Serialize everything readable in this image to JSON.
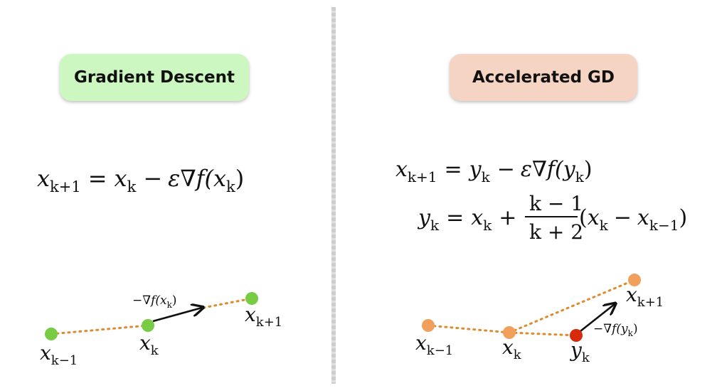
{
  "left": {
    "title": "Gradient Descent",
    "title_bg": "#ccf7c0",
    "equation": {
      "lhs": "x",
      "lhs_sub": "k+1",
      "op": "=",
      "term1": "x",
      "term1_sub": "k",
      "minus": "−",
      "grad": "ε∇f(",
      "arg": "x",
      "arg_sub": "k",
      "close": ")"
    },
    "labels": {
      "prev": "x",
      "prev_sub": "k−1",
      "cur": "x",
      "cur_sub": "k",
      "next": "x",
      "next_sub": "k+1",
      "grad_label": "−∇f(x",
      "grad_label_sub": "k",
      "grad_label_close": ")"
    },
    "point_color": "#77cc44",
    "path_color": "#e08a2e"
  },
  "right": {
    "title": "Accelerated GD",
    "title_bg": "#f6d4c4",
    "equation1": {
      "lhs": "x",
      "lhs_sub": "k+1",
      "op": "=",
      "term1": "y",
      "term1_sub": "k",
      "minus": "−",
      "grad": "ε∇f(",
      "arg": "y",
      "arg_sub": "k",
      "close": ")"
    },
    "equation2": {
      "lhs": "y",
      "lhs_sub": "k",
      "op": "=",
      "term1": "x",
      "term1_sub": "k",
      "plus": "+",
      "num": "k − 1",
      "den": "k + 2",
      "open": "(",
      "a": "x",
      "a_sub": "k",
      "minus": "−",
      "b": "x",
      "b_sub": "k−1",
      "close": ")"
    },
    "labels": {
      "prev": "x",
      "prev_sub": "k−1",
      "cur": "x",
      "cur_sub": "k",
      "y": "y",
      "y_sub": "k",
      "next": "x",
      "next_sub": "k+1",
      "grad_label": "−∇f(y",
      "grad_label_sub": "k",
      "grad_label_close": ")"
    },
    "point_color": "#f0a05a",
    "y_point_color": "#d62a0a",
    "path_color": "#e08a2e"
  }
}
